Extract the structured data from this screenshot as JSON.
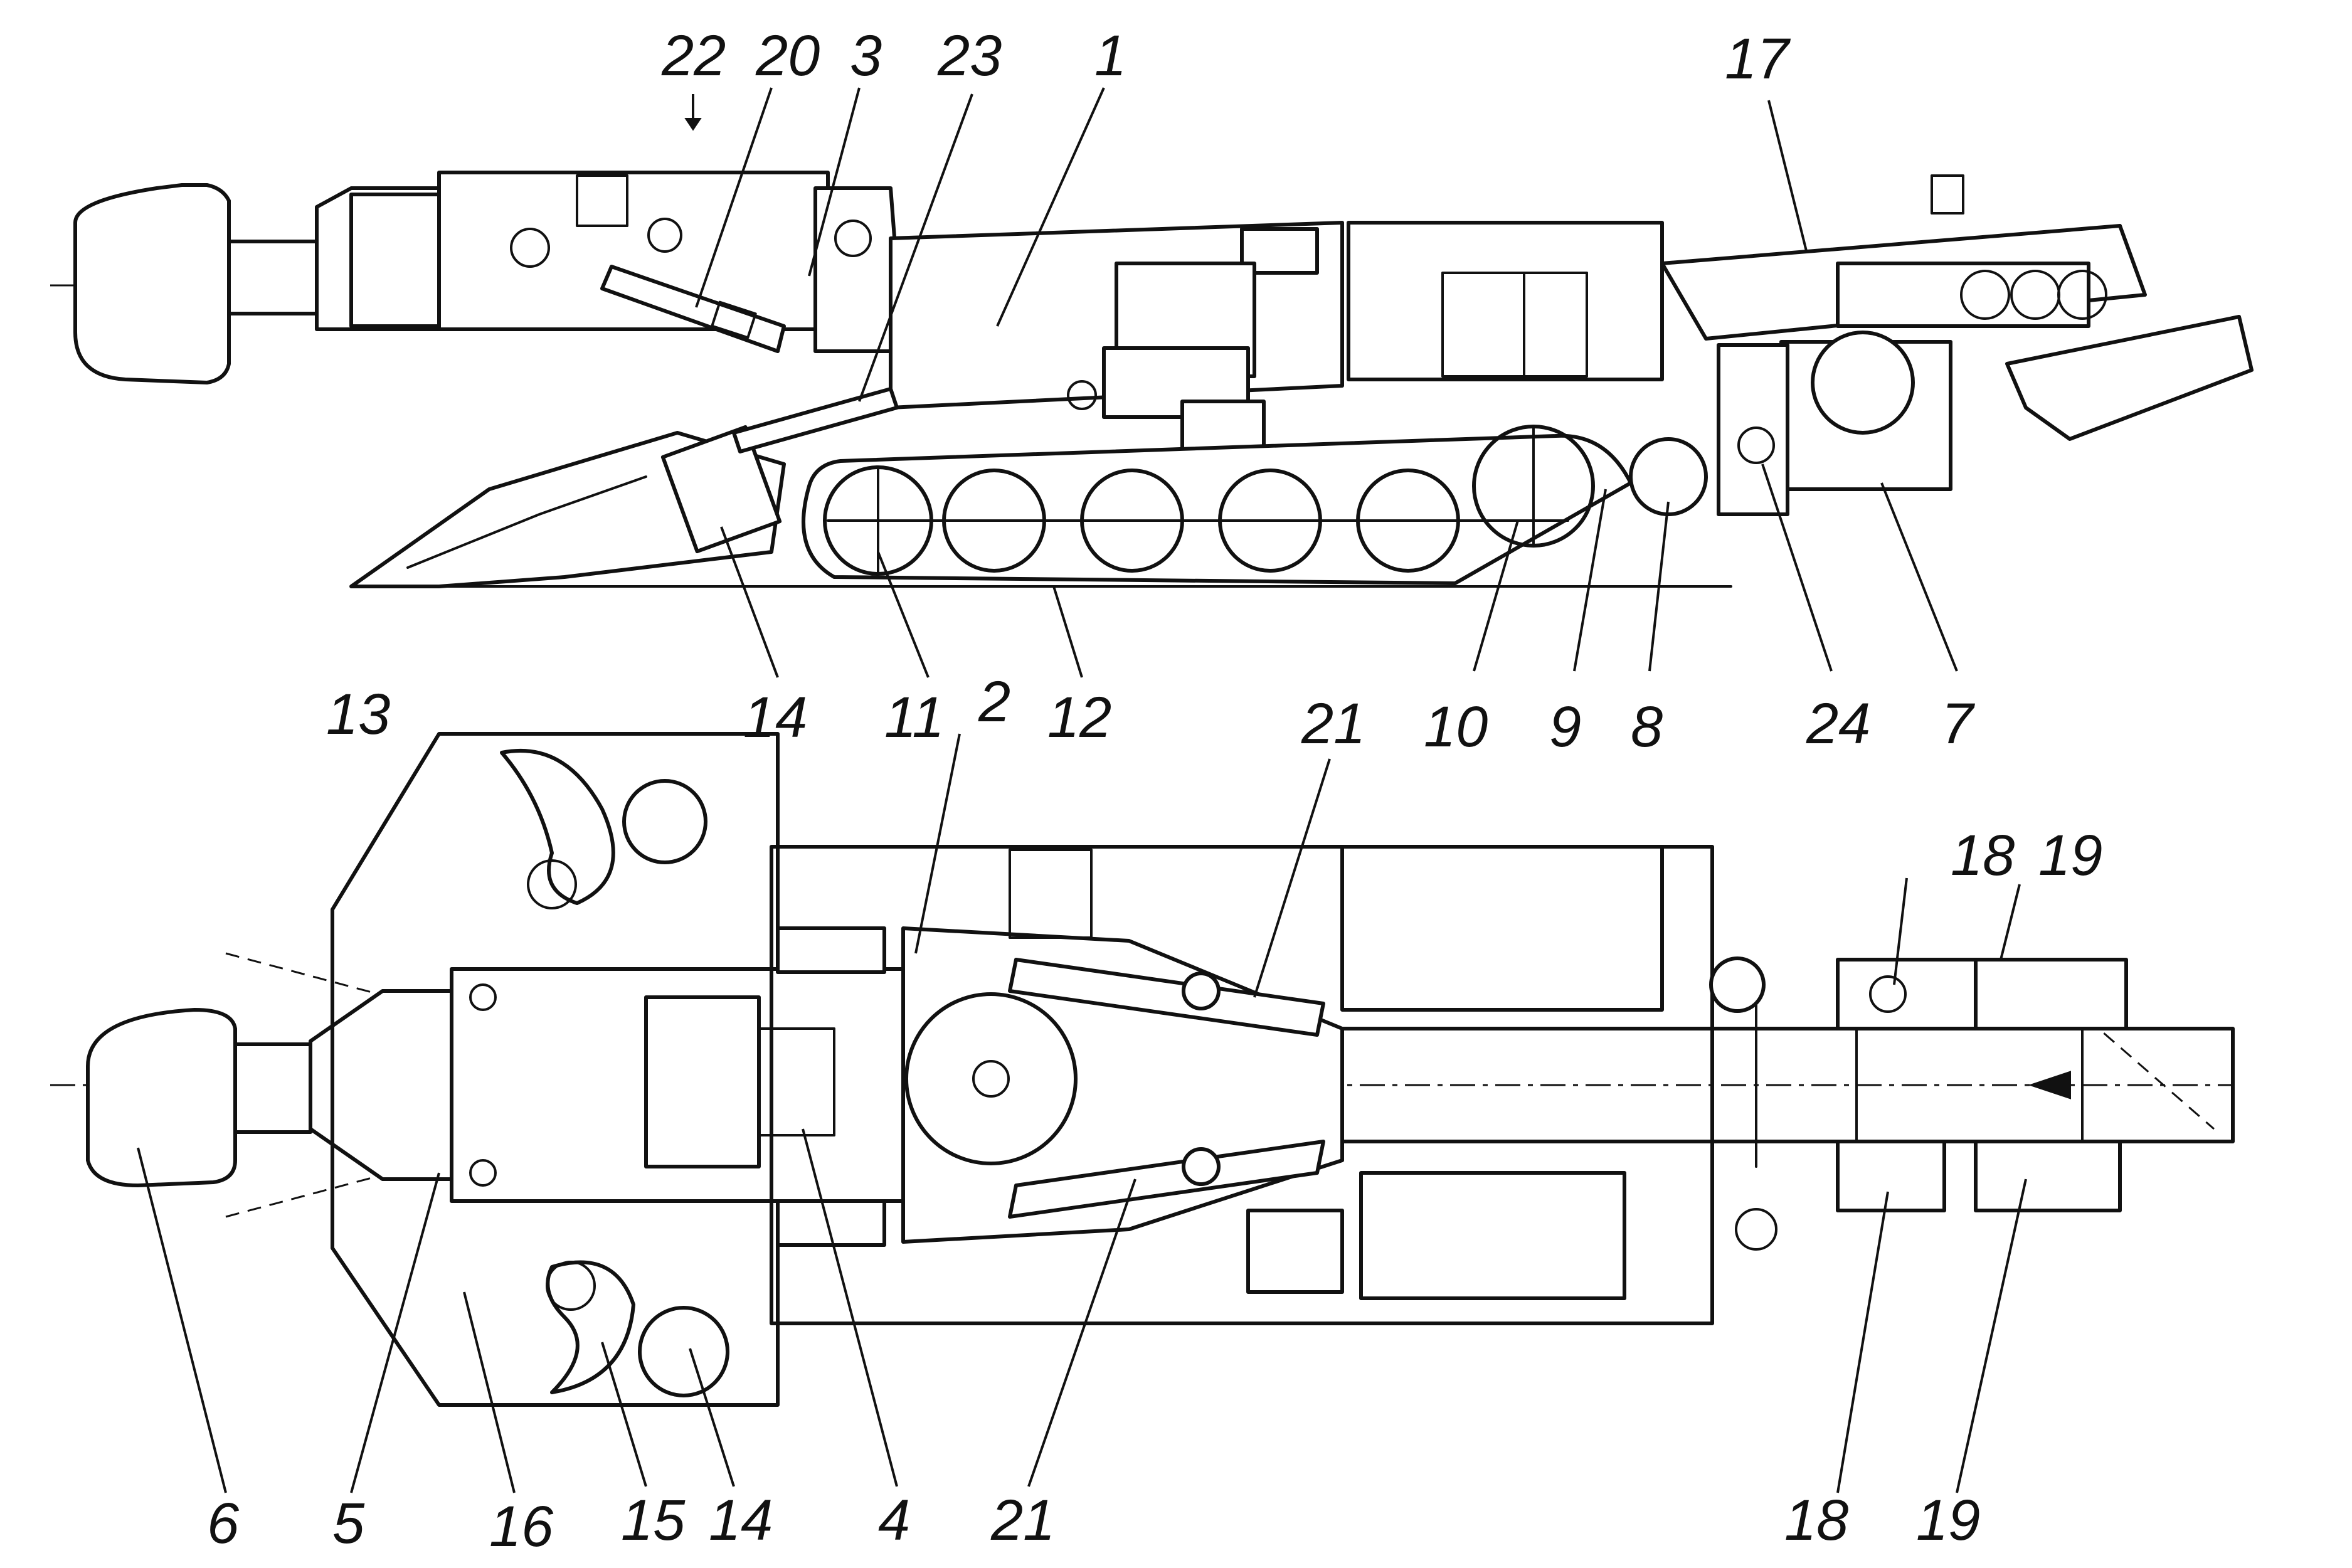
{
  "colors": {
    "ink": "#111111",
    "paper": "#ffffff"
  },
  "callouts": {
    "c22": "22",
    "c20": "20",
    "c3": "3",
    "c23": "23",
    "c1": "1",
    "c17": "17",
    "c14_side": "14",
    "c11": "11",
    "c2": "2",
    "c12": "12",
    "c21_top": "21",
    "c10": "10",
    "c9": "9",
    "c8": "8",
    "c24": "24",
    "c7": "7",
    "c13": "13",
    "c18_top": "18",
    "c19_top": "19",
    "c6": "6",
    "c5": "5",
    "c16": "16",
    "c15": "15",
    "c14_plan": "14",
    "c4": "4",
    "c21_bottom": "21",
    "c18_bottom": "18",
    "c19_bottom": "19"
  }
}
